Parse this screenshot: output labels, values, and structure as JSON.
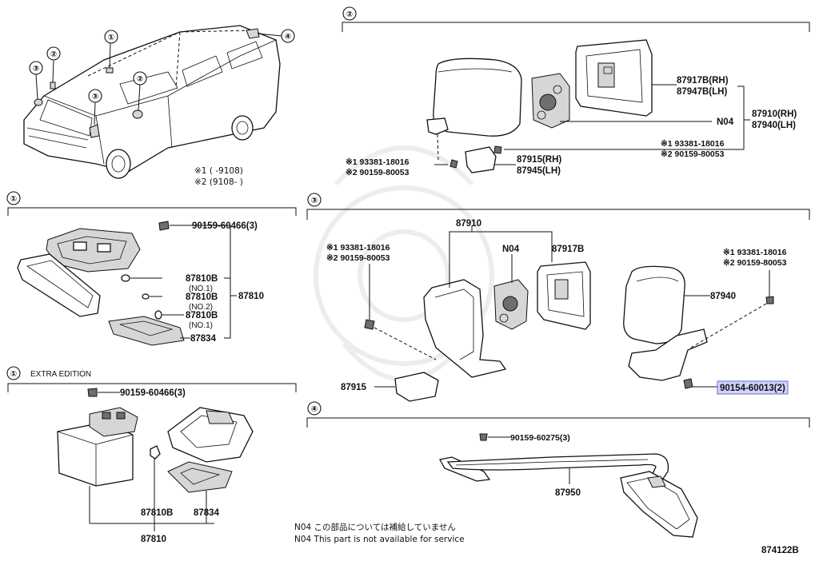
{
  "diagram_id": "874122B",
  "note": {
    "line1": "N04 この部品については補給していません",
    "line2": "N04 This part is not available for service"
  },
  "overview": {
    "markers": [
      "①",
      "②",
      "③",
      "④"
    ],
    "legend1": "※1 (      -9108)",
    "legend2": "※2 (9108-      )"
  },
  "section2": {
    "marker": "②",
    "labels": {
      "p87917b_rh": "87917B(RH)",
      "p87947b_lh": "87947B(LH)",
      "n04": "N04",
      "p87910_rh": "87910(RH)",
      "p87940_lh": "87940(LH)",
      "s1_right": "※1 93381-18016",
      "s2_right": "※2 90159-80053",
      "s1_left": "※1 93381-18016",
      "s2_left": "※2 90159-80053",
      "p87915_rh": "87915(RH)",
      "p87945_lh": "87945(LH)"
    }
  },
  "section1": {
    "marker": "①",
    "labels": {
      "screw": "90159-60466(3)",
      "b1": "87810B",
      "no1a": "(NO.1)",
      "b2": "87810B",
      "no2": "(NO.2)",
      "b3": "87810B",
      "no1b": "(NO.1)",
      "assy": "87810",
      "cover": "87834"
    }
  },
  "section1x": {
    "marker": "①",
    "title": "EXTRA EDITION",
    "labels": {
      "screw": "90159-60466(3)",
      "bulb": "87810B",
      "cover": "87834",
      "assy": "87810"
    }
  },
  "section3": {
    "marker": "③",
    "labels": {
      "top": "87910",
      "n04": "N04",
      "glass": "87917B",
      "s1_left": "※1 93381-18016",
      "s2_left": "※2 90159-80053",
      "s1_right": "※1 93381-18016",
      "s2_right": "※2 90159-80053",
      "lh_mirror": "87940",
      "cover": "87915",
      "highlighted": "90154-60013(2)"
    }
  },
  "section4": {
    "marker": "④",
    "labels": {
      "screw": "90159-60275(3)",
      "mirror": "87950"
    }
  }
}
